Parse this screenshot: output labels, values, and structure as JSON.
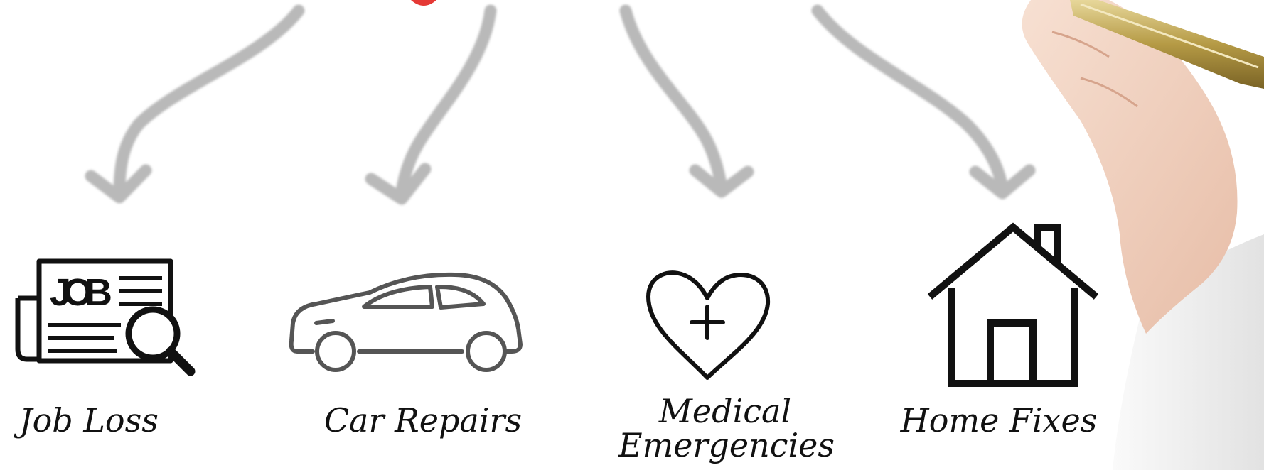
{
  "items": [
    {
      "label": "Job Loss",
      "icon": "job-search-icon"
    },
    {
      "label": "Car Repairs",
      "icon": "car-icon"
    },
    {
      "label": "Medical",
      "label_line2": "Emergencies",
      "icon": "medical-heart-icon"
    },
    {
      "label": "Home Fixes",
      "icon": "house-icon"
    }
  ],
  "job_icon_text": "JOB",
  "colors": {
    "arrow": "#b9b9b9",
    "icon": "#111111",
    "car": "#555555",
    "accent_red": "#e53935",
    "pen_gold": "#b59a45",
    "skin": "#f2d2bf",
    "sleeve": "#f4f4f4"
  }
}
